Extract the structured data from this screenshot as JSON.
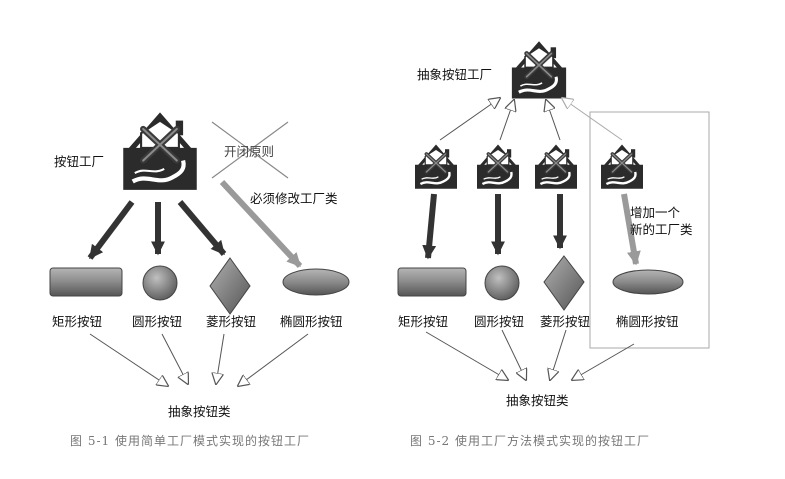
{
  "figure1": {
    "factory_label": "按钮工厂",
    "principle_label": "开闭原则",
    "modify_note": "必须修改工厂类",
    "buttons": [
      "矩形按钮",
      "圆形按钮",
      "菱形按钮",
      "椭圆形按钮"
    ],
    "abstract_label": "抽象按钮类",
    "caption": "图 5-1   使用简单工厂模式实现的按钮工厂"
  },
  "figure2": {
    "abstract_factory_label": "抽象按钮工厂",
    "add_note_line1": "增加一个",
    "add_note_line2": "新的工厂类",
    "buttons": [
      "矩形按钮",
      "圆形按钮",
      "菱形按钮",
      "椭圆形按钮"
    ],
    "abstract_label": "抽象按钮类",
    "caption": "图 5-2   使用工厂方法模式实现的按钮工厂"
  },
  "colors": {
    "factory_body": "#2b2b2b",
    "arrow_dark": "#333333",
    "arrow_gray": "#9a9a9a",
    "button_fill": "#8f8f8f",
    "hollow_arrow": "#555555",
    "highlight_box": "#aaaaaa"
  },
  "icons": [
    "factory-icon",
    "cross-mark-icon",
    "rectangle-button-shape",
    "circle-button-shape",
    "diamond-button-shape",
    "ellipse-button-shape"
  ]
}
